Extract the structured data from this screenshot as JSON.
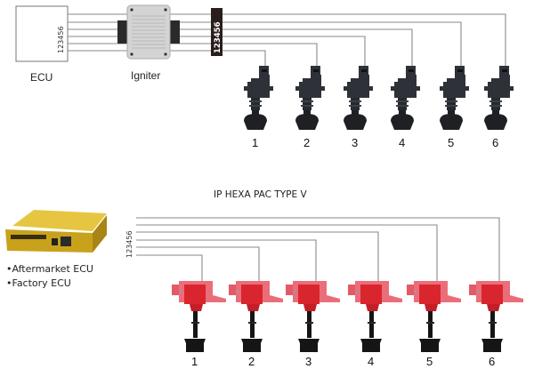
{
  "top": {
    "ecu_label": "ECU",
    "igniter_label": "Igniter",
    "pins": [
      "1",
      "2",
      "3",
      "4",
      "5",
      "6"
    ],
    "connector_pins": "123456",
    "coil_numbers": [
      "1",
      "2",
      "3",
      "4",
      "5",
      "6"
    ],
    "coil_color": "#2e3238"
  },
  "bottom": {
    "title": "IP HEXA PAC TYPE V",
    "pins": "123456",
    "ecu_options": [
      "Aftermarket ECU",
      "Factory ECU"
    ],
    "coil_numbers": [
      "1",
      "2",
      "3",
      "4",
      "5",
      "6"
    ],
    "coil_color": "#d9262e",
    "ecu_color": "#d4b020"
  }
}
